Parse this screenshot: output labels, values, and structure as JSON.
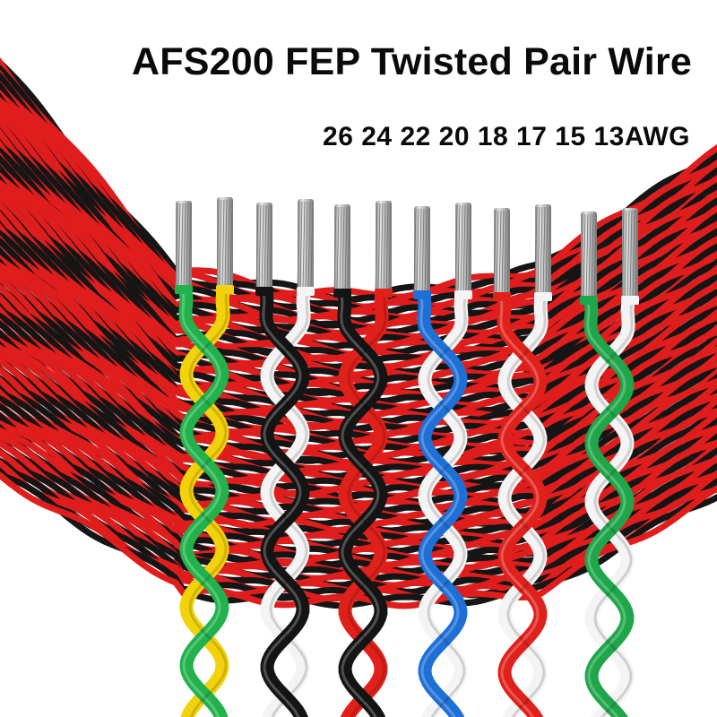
{
  "product": {
    "title": "AFS200 FEP Twisted Pair Wire",
    "gauges_line": "26 24 22 20 18 17 15 13AWG"
  },
  "colors": {
    "background": "#ffffff",
    "text": "#0a0a0a",
    "bundle_red": "#e01d1d",
    "bundle_black": "#151515",
    "copper_strands": "#c8c8c8"
  },
  "wire_pairs": [
    {
      "name": "green-yellow",
      "colors": [
        "#22b24c",
        "#f2d20a"
      ]
    },
    {
      "name": "black-white",
      "colors": [
        "#141414",
        "#f4f4f4"
      ]
    },
    {
      "name": "black-red",
      "colors": [
        "#141414",
        "#e0201a"
      ]
    },
    {
      "name": "blue-white",
      "colors": [
        "#1e6fd6",
        "#f4f4f4"
      ]
    },
    {
      "name": "red-white",
      "colors": [
        "#e0201a",
        "#f4f4f4"
      ]
    },
    {
      "name": "green-white",
      "colors": [
        "#1fa64a",
        "#f4f4f4"
      ]
    }
  ]
}
